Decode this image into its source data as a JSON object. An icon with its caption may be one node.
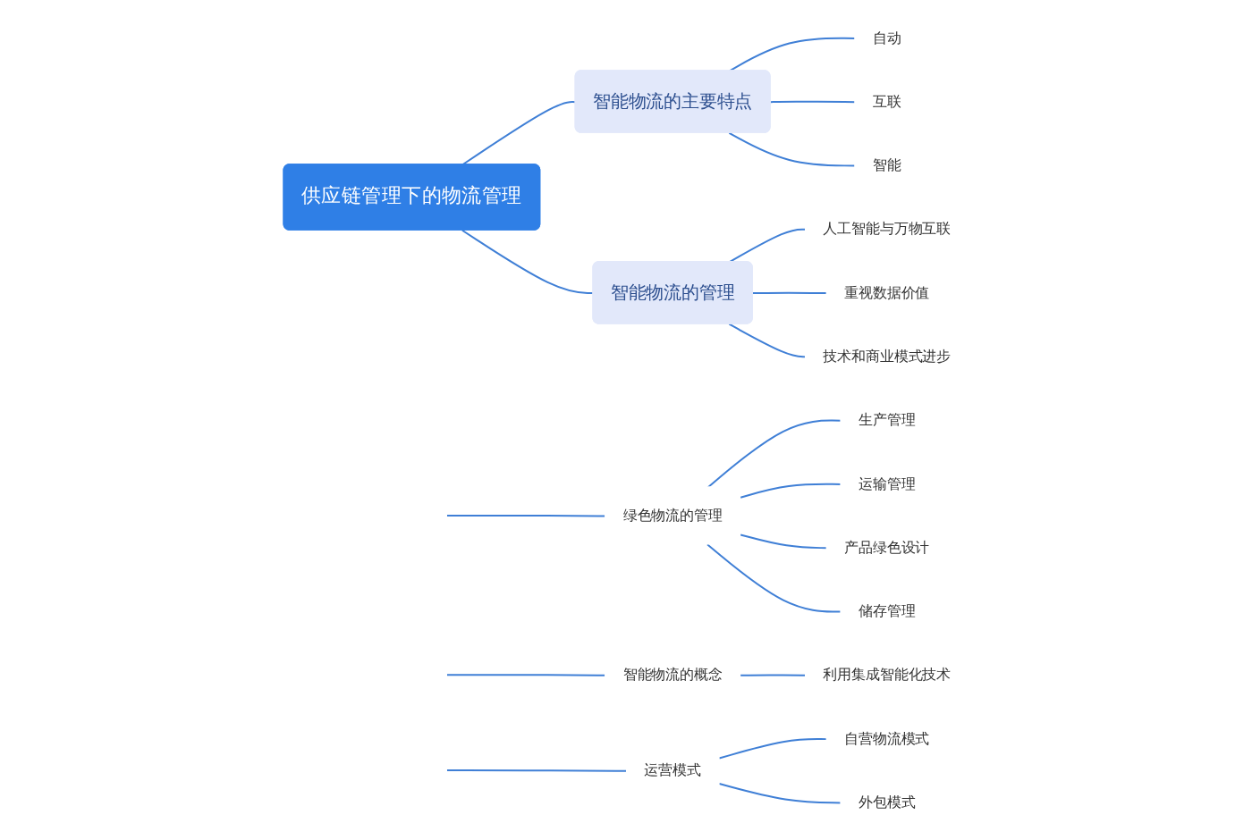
{
  "diagram": {
    "nodes": [
      {
        "text": [
          "供应链管理下的物流管理"
        ]
      },
      {
        "text": [
          "绿色物流的管理"
        ]
      },
      {
        "text": [
          "生产管理"
        ]
      },
      {
        "text": [
          "运输管理"
        ]
      },
      {
        "text": [
          "产品绿色设计"
        ]
      },
      {
        "text": [
          "储存管理"
        ]
      },
      {
        "text": [
          "智能物流的概念"
        ]
      },
      {
        "text": [
          "利用集成智能化技术"
        ]
      },
      {
        "text": [
          "智能物流的主要特点"
        ]
      },
      {
        "text": [
          "自动"
        ]
      },
      {
        "text": [
          "互联"
        ]
      },
      {
        "text": [
          "智能"
        ]
      },
      {
        "text": [
          "智能物流的管理"
        ]
      },
      {
        "text": [
          "人工智能与万物互联"
        ]
      },
      {
        "text": [
          "重视数据价值"
        ]
      },
      {
        "text": [
          "技术和商业模式进步"
        ]
      },
      {
        "text": [
          "运营模式"
        ]
      },
      {
        "text": [
          "自营物流模式"
        ]
      },
      {
        "text": [
          "外包模式"
        ]
      }
    ],
    "edges": [
      {
        "from": null,
        "to": 1,
        "arrow": "none"
      },
      {
        "from": 1,
        "to": 2,
        "arrow": "none"
      },
      {
        "from": 1,
        "to": 3,
        "arrow": "none"
      },
      {
        "from": 1,
        "to": 4,
        "arrow": "none"
      },
      {
        "from": 1,
        "to": 5,
        "arrow": "none"
      },
      {
        "from": null,
        "to": 6,
        "arrow": "none"
      },
      {
        "from": 6,
        "to": 7,
        "arrow": "none"
      },
      {
        "from": 0,
        "to": 8,
        "arrow": "none"
      },
      {
        "from": 8,
        "to": 9,
        "arrow": "none"
      },
      {
        "from": 8,
        "to": 10,
        "arrow": "none"
      },
      {
        "from": 8,
        "to": 11,
        "arrow": "none"
      },
      {
        "from": 0,
        "to": 12,
        "arrow": "none"
      },
      {
        "from": 12,
        "to": 13,
        "arrow": "none"
      },
      {
        "from": 12,
        "to": 14,
        "arrow": "none"
      },
      {
        "from": 12,
        "to": 15,
        "arrow": "none"
      },
      {
        "from": null,
        "to": 16,
        "arrow": "none"
      },
      {
        "from": 16,
        "to": 17,
        "arrow": "none"
      },
      {
        "from": 16,
        "to": 18,
        "arrow": "none"
      }
    ]
  }
}
